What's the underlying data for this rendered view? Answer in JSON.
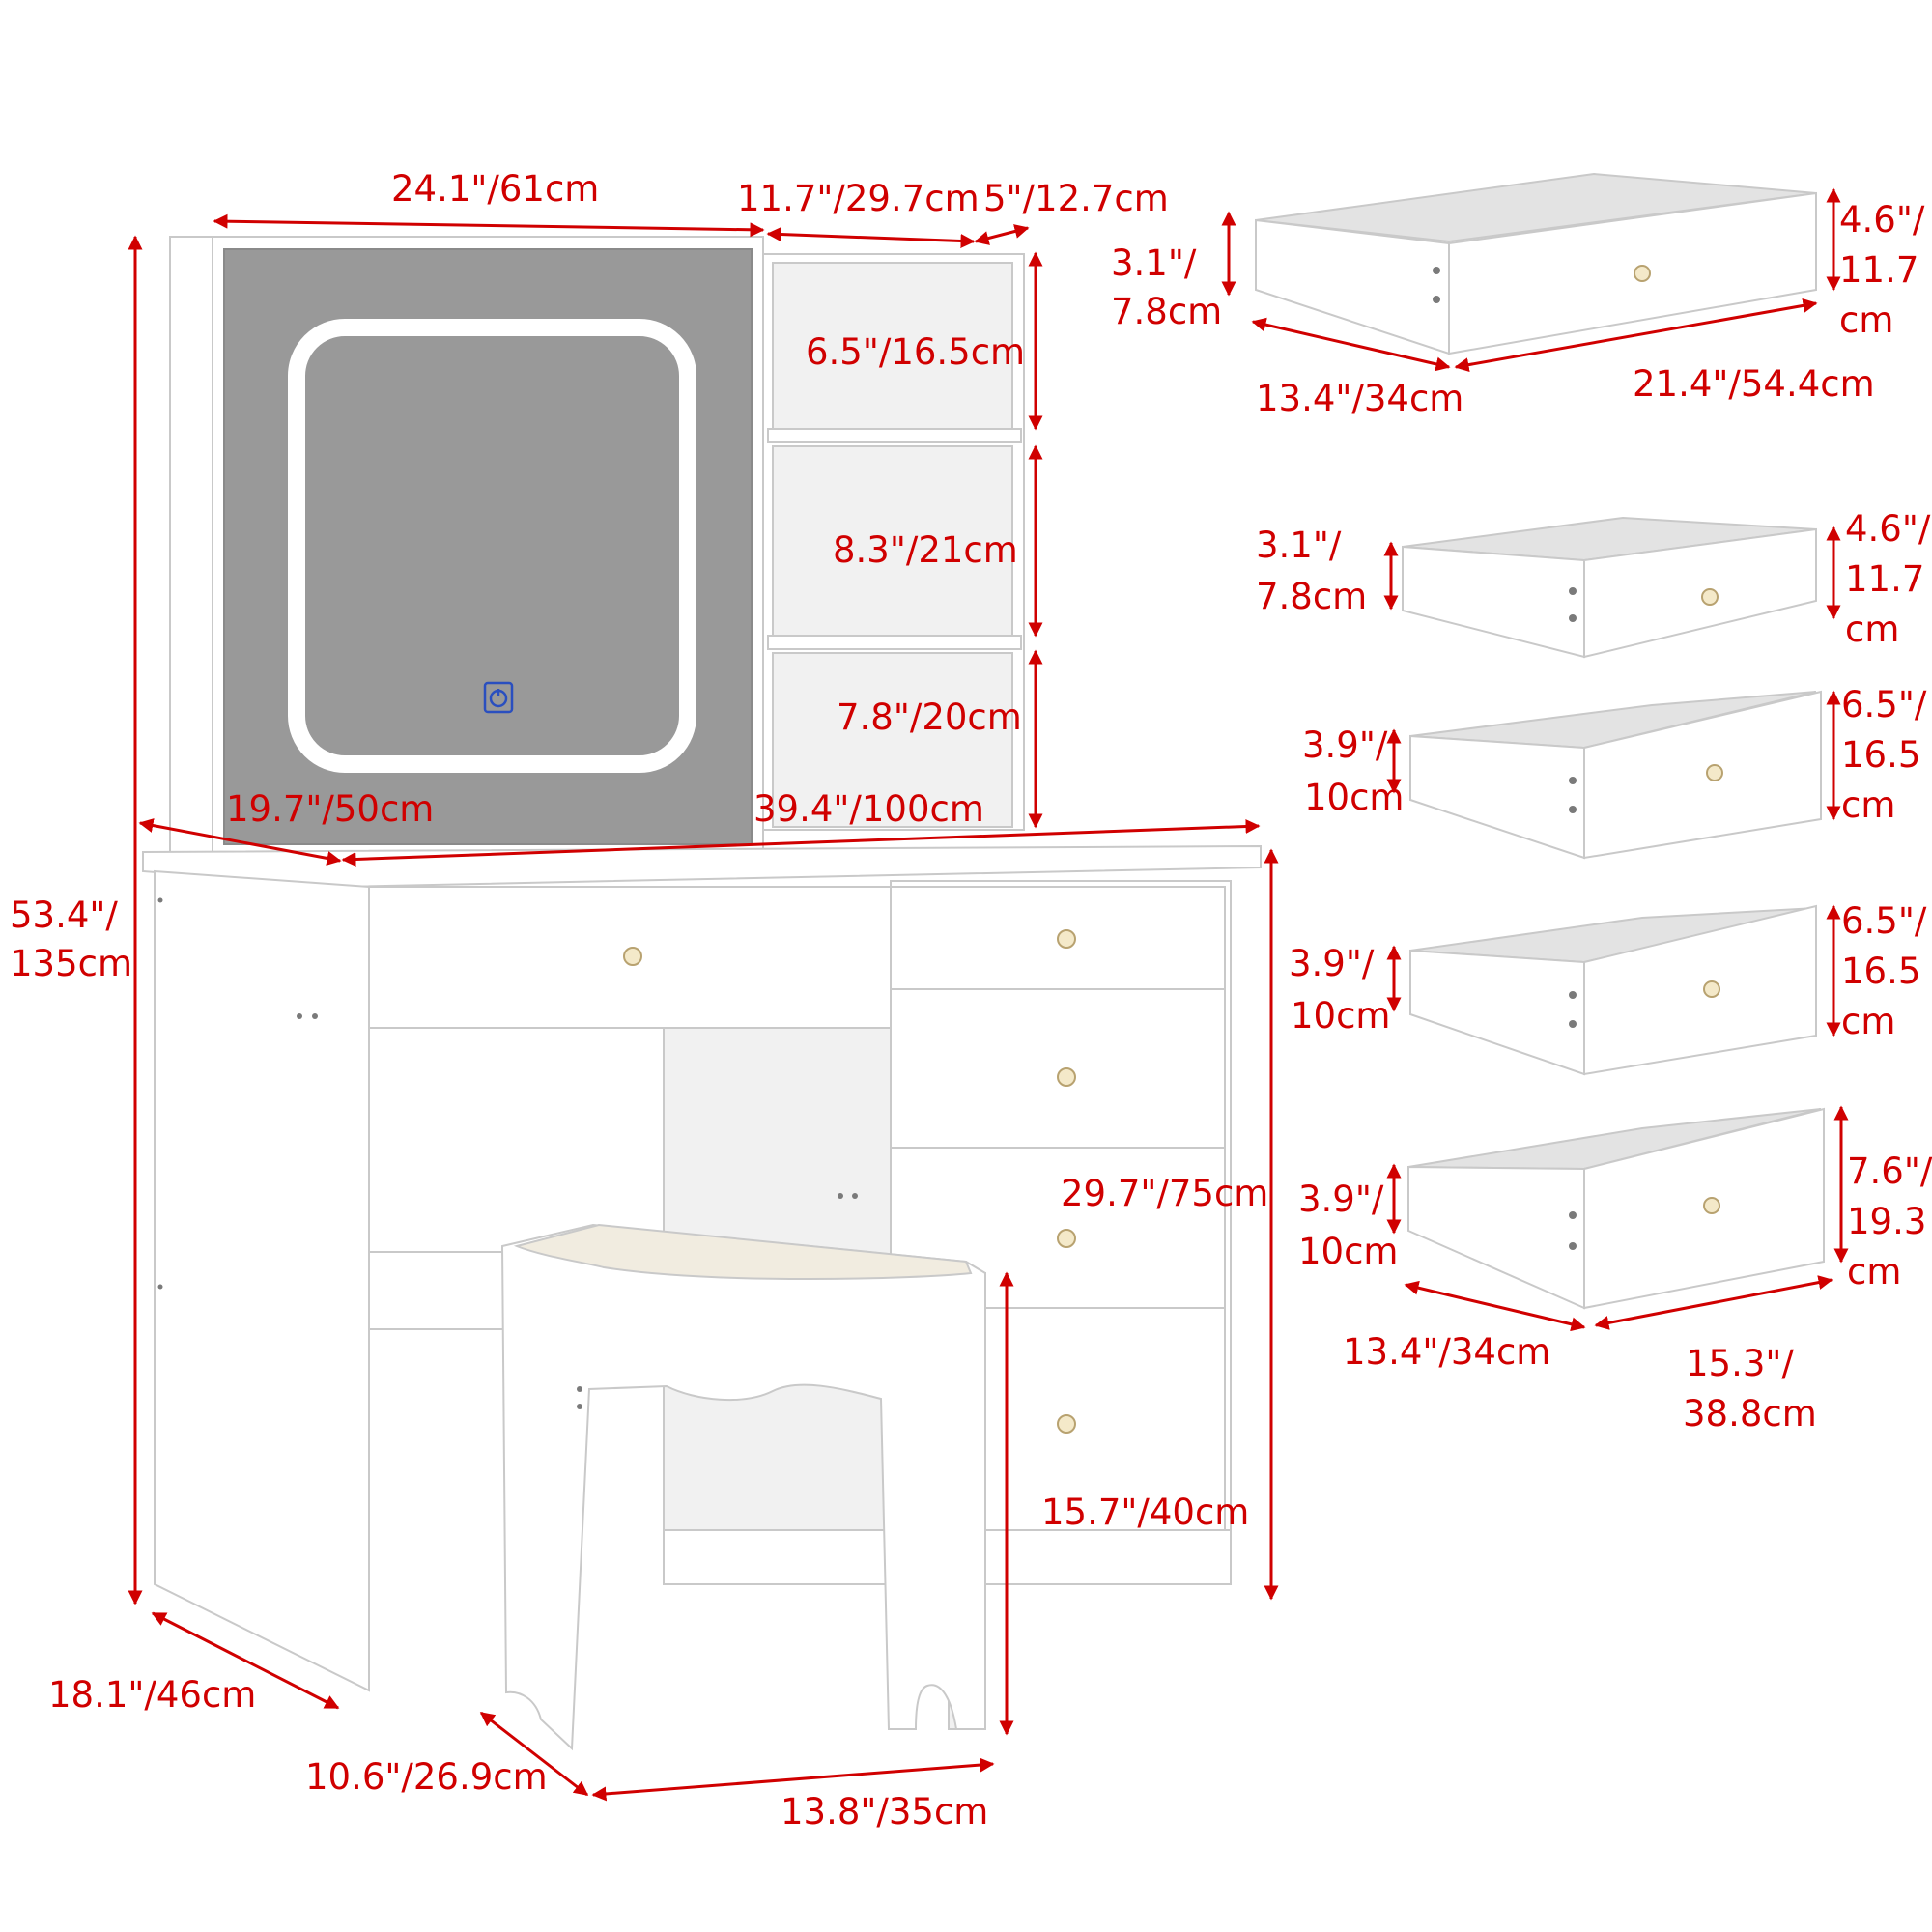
{
  "vanity": {
    "mirror_width": "24.1\"/61cm",
    "shelf_width": "11.7\"/29.7cm",
    "shelf_depth": "5\"/12.7cm",
    "shelf_top_height": "6.5\"/16.5cm",
    "shelf_mid_height": "8.3\"/21cm",
    "shelf_bottom_height": "7.8\"/20cm",
    "desk_depth_top": "19.7\"/50cm",
    "desk_width": "39.4\"/100cm",
    "total_height_line1": "53.4\"/",
    "total_height_line2": "135cm",
    "desk_height": "29.7\"/75cm",
    "stool_height": "15.7\"/40cm",
    "desk_depth": "18.1\"/46cm",
    "stool_depth": "10.6\"/26.9cm",
    "stool_width": "13.8\"/35cm"
  },
  "drawers": {
    "d1": {
      "inner_l1": "3.1\"/",
      "inner_l2": "7.8cm",
      "outer_l1": "4.6\"/",
      "outer_l2": "11.7",
      "outer_l3": "cm",
      "depth": "13.4\"/34cm",
      "width": "21.4\"/54.4cm"
    },
    "d2": {
      "inner_l1": "3.1\"/",
      "inner_l2": "7.8cm",
      "outer_l1": "4.6\"/",
      "outer_l2": "11.7",
      "outer_l3": "cm"
    },
    "d3": {
      "inner_l1": "3.9\"/",
      "inner_l2": "10cm",
      "outer_l1": "6.5\"/",
      "outer_l2": "16.5",
      "outer_l3": "cm"
    },
    "d4": {
      "inner_l1": "3.9\"/",
      "inner_l2": "10cm",
      "outer_l1": "6.5\"/",
      "outer_l2": "16.5",
      "outer_l3": "cm"
    },
    "d5": {
      "inner_l1": "3.9\"/",
      "inner_l2": "10cm",
      "outer_l1": "7.6\"/",
      "outer_l2": "19.3",
      "outer_l3": "cm",
      "depth": "13.4\"/34cm",
      "width_l1": "15.3\"/",
      "width_l2": "38.8cm"
    }
  },
  "icons": {
    "touch": "power-touch-icon"
  },
  "colors": {
    "dimension": "#d00000",
    "mirror": "#999999",
    "led": "#ffffff",
    "touch": "#2a4fbf",
    "cushion": "#f1ece0"
  }
}
